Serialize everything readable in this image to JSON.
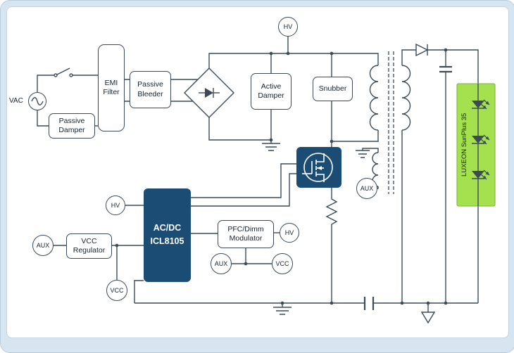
{
  "diagram": {
    "labels": {
      "vac": "VAC",
      "passive_damper": "Passive Damper",
      "emi_filter": "EMI Filter",
      "passive_bleeder": "Passive Bleeder",
      "active_damper": "Active Damper",
      "snubber": "Snubber",
      "hv_top": "HV",
      "hv_controller": "HV",
      "hv_modulator": "HV",
      "aux_input": "AUX",
      "aux_winding": "AUX",
      "aux_modulator": "AUX",
      "vcc_controller": "VCC",
      "vcc_modulator": "VCC",
      "vcc_regulator": "VCC Regulator",
      "controller_line1": "AC/DC",
      "controller_line2": "ICL8105",
      "pfc_modulator": "PFC/Dimm Modulator",
      "led_module": "LUXEON SunPlus 35"
    },
    "colors": {
      "accent_blue": "#1b4d74",
      "led_green": "#a5e04e",
      "wire": "#3c4b57",
      "frame_blue": "#d6e5f0"
    }
  }
}
